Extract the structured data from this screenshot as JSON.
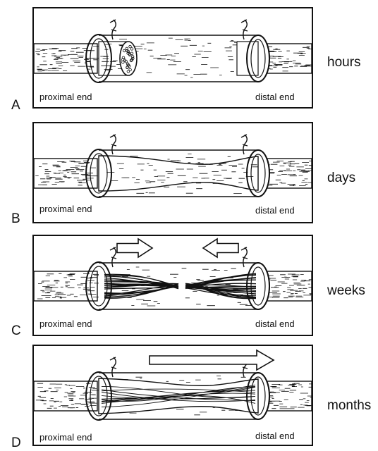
{
  "colors": {
    "ink": "#111111",
    "paper": "#ffffff"
  },
  "panels": [
    {
      "letter": "A",
      "stage": "hours",
      "proximal_label": "proximal end",
      "distal_label": "distal end",
      "tissue": "gap",
      "arrows": "none"
    },
    {
      "letter": "B",
      "stage": "days",
      "proximal_label": "proximal end",
      "distal_label": "distal end",
      "tissue": "cable",
      "arrows": "none"
    },
    {
      "letter": "C",
      "stage": "weeks",
      "proximal_label": "proximal end",
      "distal_label": "distal end",
      "tissue": "sprouting",
      "arrows": "converging"
    },
    {
      "letter": "D",
      "stage": "months",
      "proximal_label": "proximal end",
      "distal_label": "distal end",
      "tissue": "regenerated",
      "arrows": "distal"
    }
  ]
}
